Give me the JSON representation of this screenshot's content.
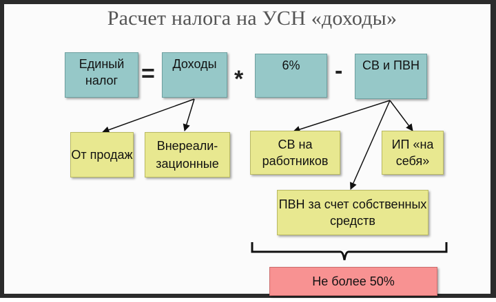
{
  "title": "Расчет налога на УСН «доходы»",
  "formula": {
    "tax": "Единый налог",
    "eq": "=",
    "income": "Доходы",
    "mult": "*",
    "rate": "6%",
    "minus": "-",
    "contrib": "СВ и ПВН"
  },
  "income_parts": {
    "sales": "От продаж",
    "non_operating": "Внереали-зационные"
  },
  "contrib_parts": {
    "employees": "СВ на работников",
    "self": "ИП «на себя»",
    "own_funds": "ПВН за счет собственных средств"
  },
  "limit": "Не более 50%",
  "colors": {
    "teal": "#96c8c8",
    "yellow": "#e8e890",
    "pink": "#f89292"
  }
}
